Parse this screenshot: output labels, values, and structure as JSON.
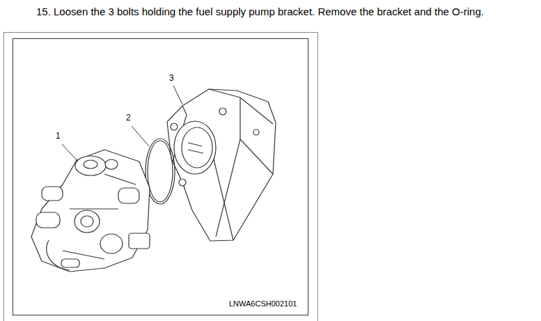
{
  "diagram": {
    "title": "15. Loosen the 3 bolts holding the fuel supply pump bracket. Remove the bracket and the O-ring.",
    "labels": [
      "1",
      "2",
      "3",
      "LNWA6CSH002101"
    ]
  }
}
